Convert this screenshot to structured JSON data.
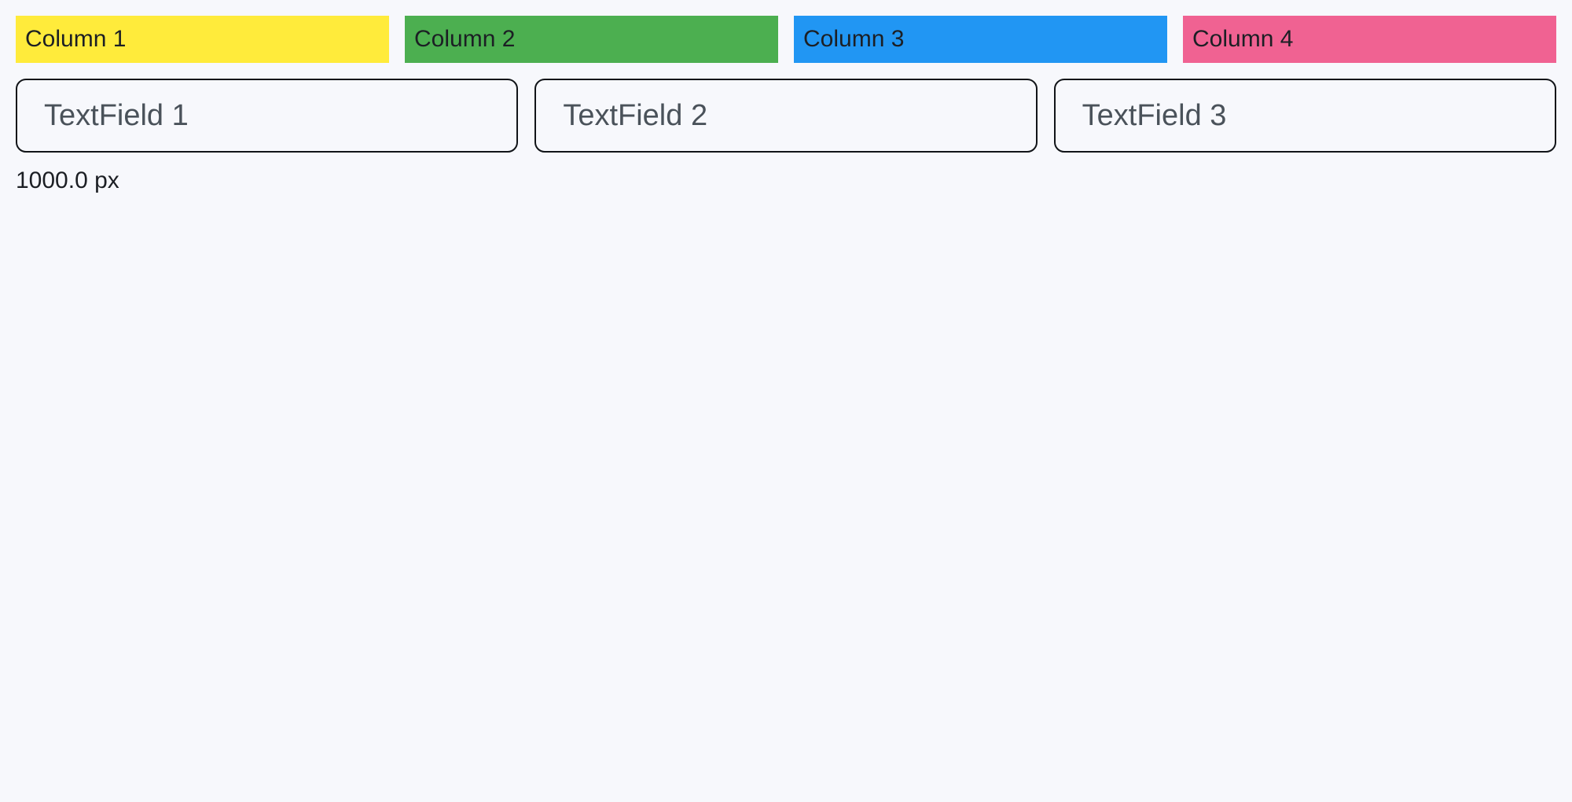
{
  "page": {
    "background": "#F7F8FC",
    "width_label": "1000.0 px"
  },
  "columns": [
    {
      "label": "Column 1",
      "color": "#FFEB3B"
    },
    {
      "label": "Column 2",
      "color": "#4CAF50"
    },
    {
      "label": "Column 3",
      "color": "#2196F3"
    },
    {
      "label": "Column 4",
      "color": "#F06292"
    }
  ],
  "textfields": [
    {
      "placeholder": "TextField 1",
      "value": ""
    },
    {
      "placeholder": "TextField 2",
      "value": ""
    },
    {
      "placeholder": "TextField 3",
      "value": ""
    }
  ]
}
